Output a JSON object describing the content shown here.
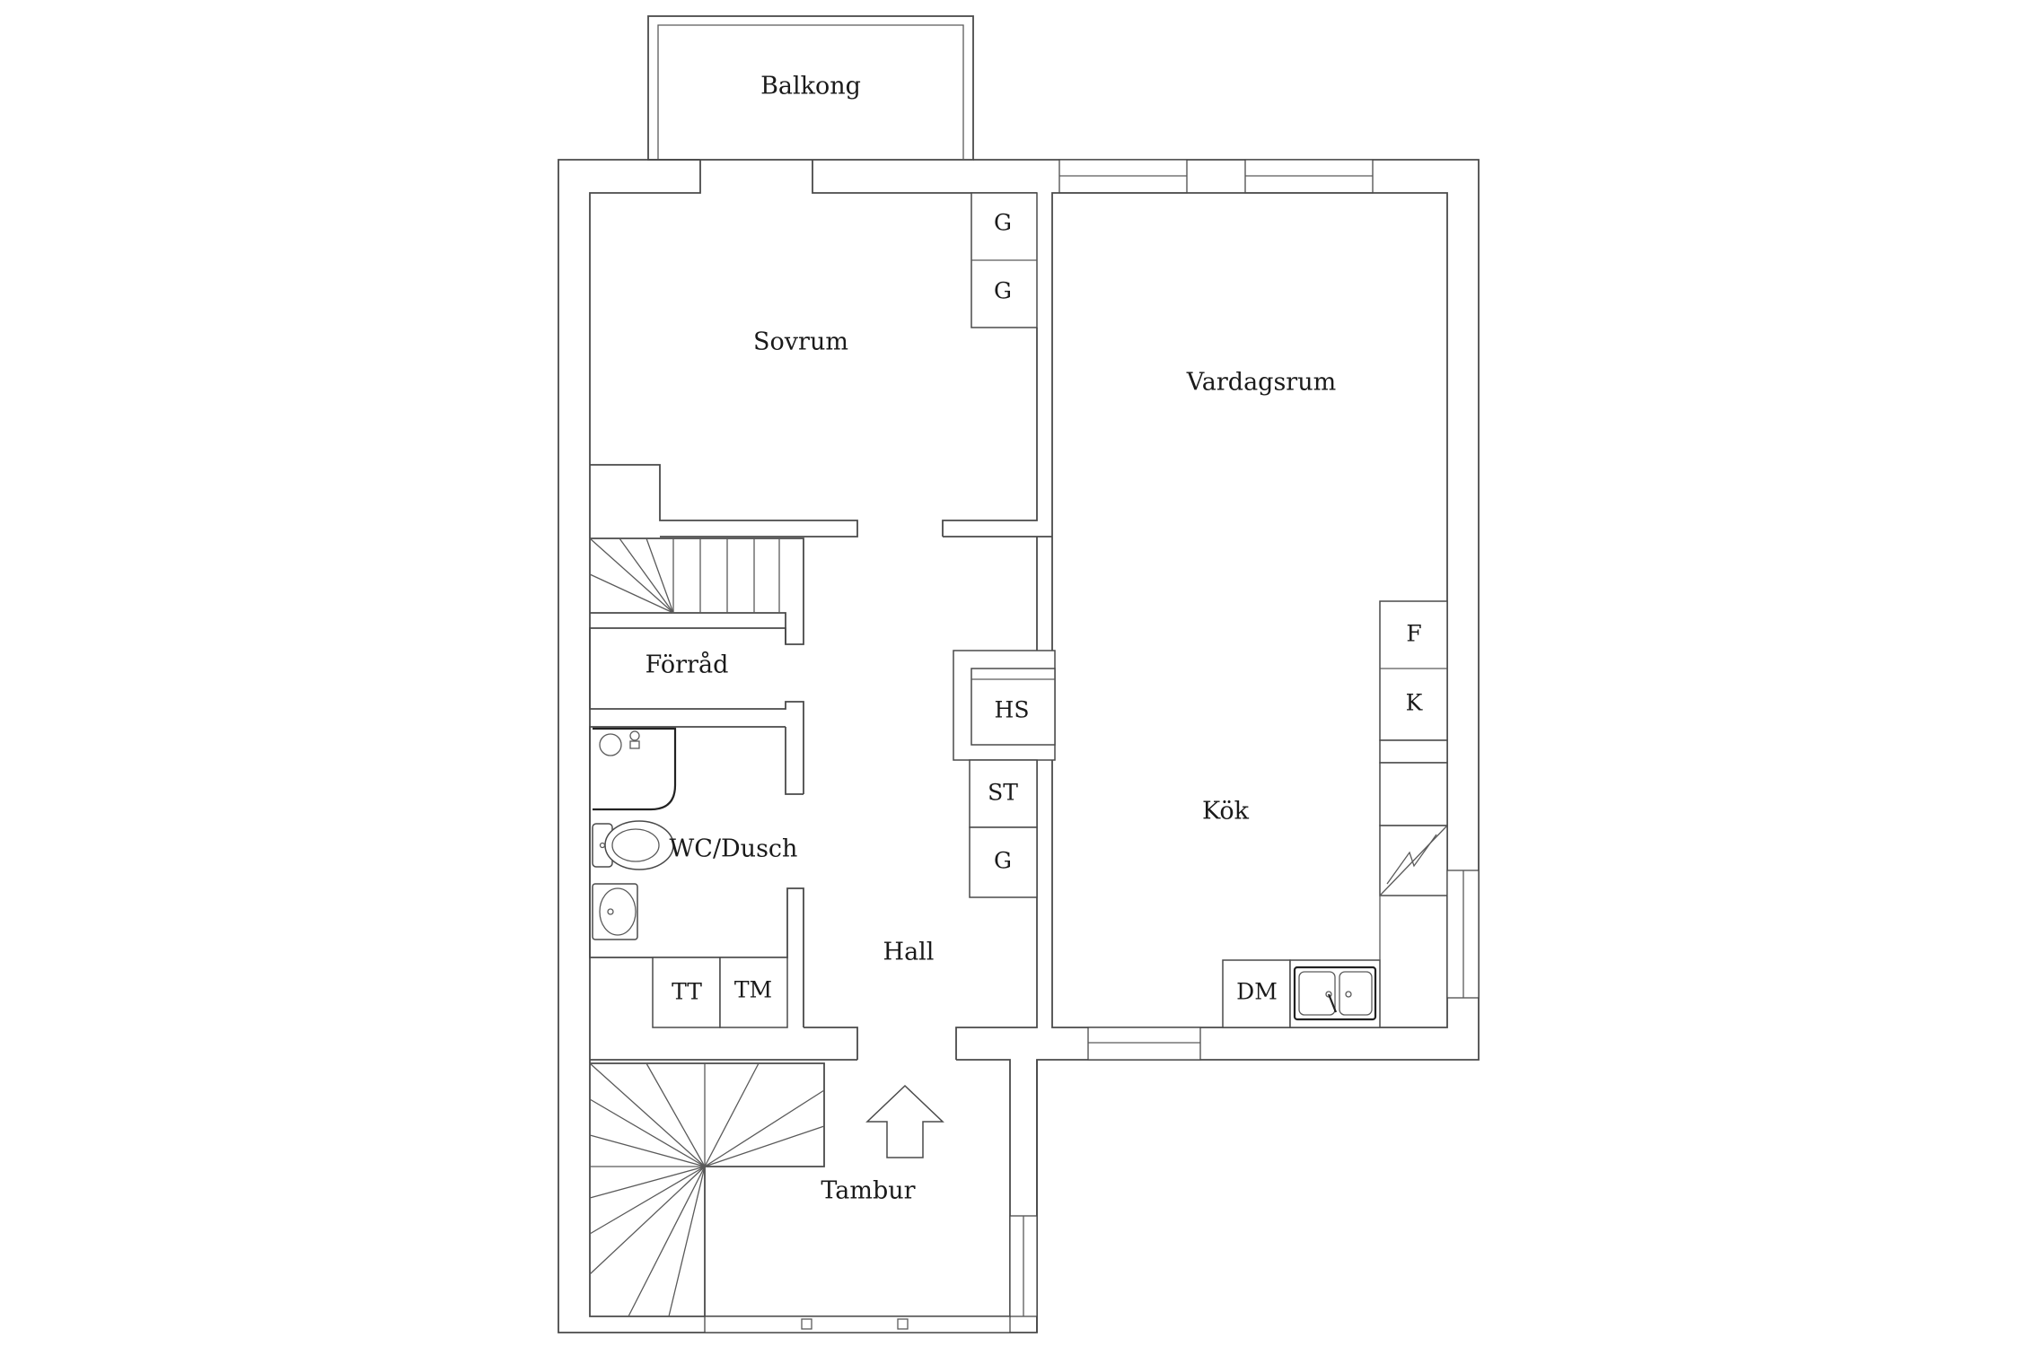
{
  "rooms": {
    "balkong": "Balkong",
    "sovrum": "Sovrum",
    "vardagsrum": "Vardagsrum",
    "forrad": "Förråd",
    "wc_dusch": "WC/Dusch",
    "kok": "Kök",
    "hall": "Hall",
    "tambur": "Tambur"
  },
  "appliances": {
    "g_wardrobe_1": "G",
    "g_wardrobe_2": "G",
    "hs": "HS",
    "st": "ST",
    "g_hall": "G",
    "f": "F",
    "k": "K",
    "dm": "DM",
    "tt": "TT",
    "tm": "TM"
  },
  "icons": {
    "entrance": "up-arrow-icon",
    "stove": "stove-icon",
    "sink": "double-sink-icon",
    "toilet": "toilet-icon",
    "washbasin": "washbasin-icon",
    "shower": "shower-icon"
  }
}
